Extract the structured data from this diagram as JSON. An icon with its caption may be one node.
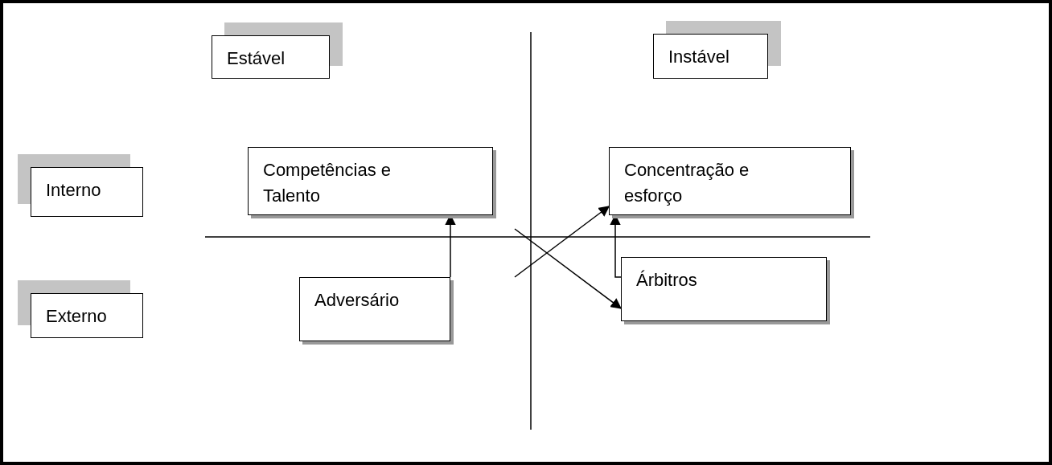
{
  "diagram": {
    "nodes": [
      {
        "text": [
          "Estável"
        ]
      },
      {
        "text": [
          "Instável"
        ]
      },
      {
        "text": [
          "Interno"
        ]
      },
      {
        "text": [
          "Competências e Talento"
        ]
      },
      {
        "text": [
          "Concentração e esforço"
        ]
      },
      {
        "text": [
          "Externo"
        ]
      },
      {
        "text": [
          "Adversário"
        ]
      },
      {
        "text": [
          "Árbitros"
        ]
      }
    ],
    "edges": [
      {
        "from": 6,
        "to": 3,
        "arrow": "to"
      },
      {
        "from": 7,
        "to": 4,
        "arrow": "to"
      },
      {
        "from": null,
        "to": 4,
        "arrow": "to"
      },
      {
        "from": null,
        "to": 7,
        "arrow": "to"
      }
    ]
  }
}
